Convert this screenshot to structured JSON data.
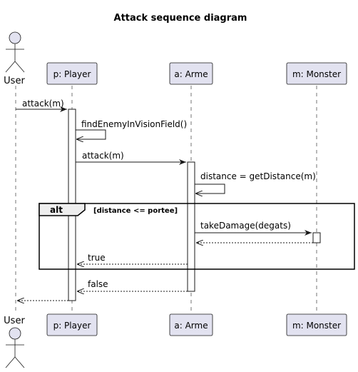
{
  "title": "Attack sequence diagram",
  "participants": {
    "user": "User",
    "player": "p: Player",
    "arme": "a: Arme",
    "monster": "m: Monster"
  },
  "messages": {
    "attack_player": "attack(m)",
    "find_enemy": "findEnemyInVisionField()",
    "attack_arme": "attack(m)",
    "get_distance": "distance = getDistance(m)",
    "take_damage": "takeDamage(degats)",
    "ret_true": "true",
    "ret_false": "false"
  },
  "alt_frame": {
    "keyword": "alt",
    "condition": "[distance <= portee]"
  },
  "colors": {
    "participant_fill": "#E2E2F0",
    "line": "#181818",
    "frame_tab": "#EEEEEE"
  }
}
